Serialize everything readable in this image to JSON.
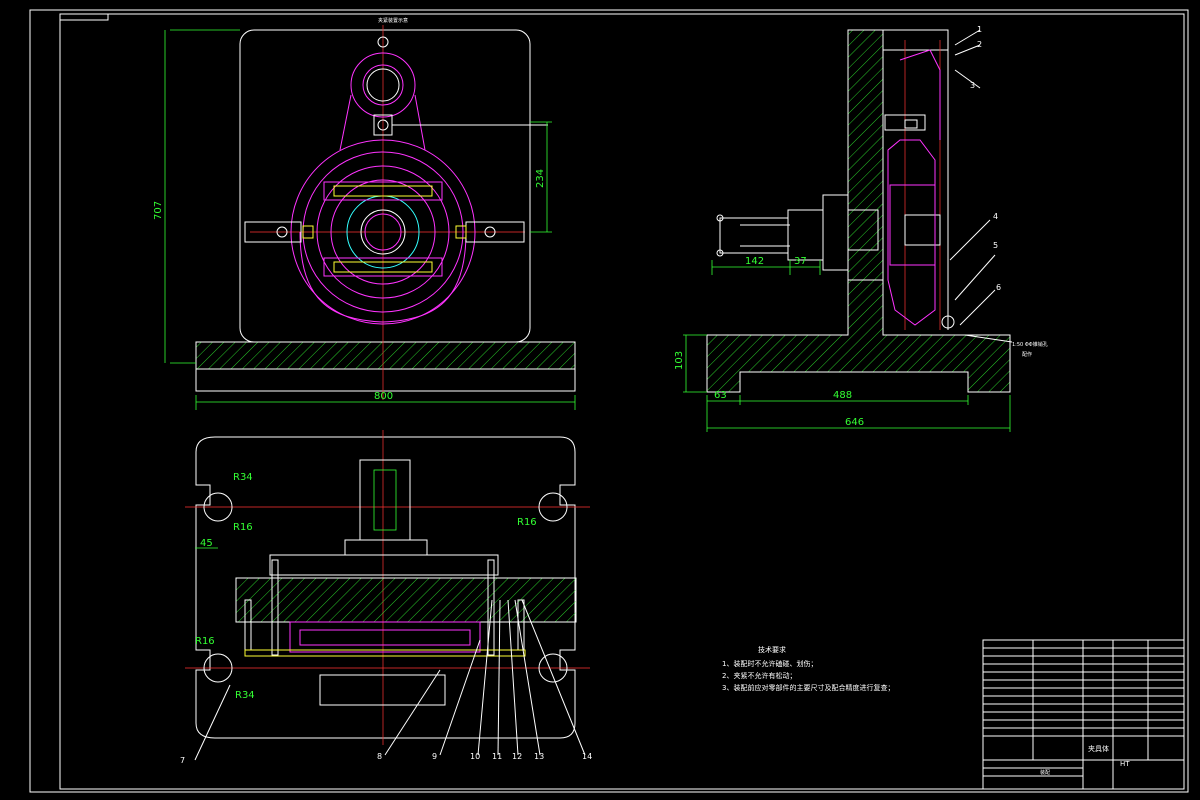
{
  "front_view": {
    "title": "夹紧装置示意",
    "dims": {
      "height": "707",
      "width": "800",
      "offset": "234"
    }
  },
  "side_view": {
    "dims": {
      "base_height": "103",
      "d63": "63",
      "d488": "488",
      "d646": "646",
      "d142": "142",
      "d37": "37"
    },
    "note": "1:50 ΦΦ锥销孔",
    "note2": "配作",
    "parts": [
      "1",
      "2",
      "3",
      "4",
      "5",
      "6"
    ]
  },
  "top_view": {
    "dims": {
      "r34_top": "R34",
      "r16_top": "R16",
      "r16_right": "R16",
      "d45": "45",
      "r16_bottom": "R16",
      "r34_bottom": "R34"
    },
    "parts": [
      "7",
      "8",
      "9",
      "10",
      "11",
      "12",
      "13",
      "14"
    ]
  },
  "tech_requirements": {
    "title": "技术要求",
    "items": [
      "1、装配时不允许磕碰、划伤；",
      "2、夹紧不允许有松动；",
      "3、装配前应对零部件的主要尺寸及配合精度进行复查；"
    ]
  },
  "title_block": {
    "drawing_name": "夹具体",
    "material": "HT",
    "stage": "装配"
  }
}
